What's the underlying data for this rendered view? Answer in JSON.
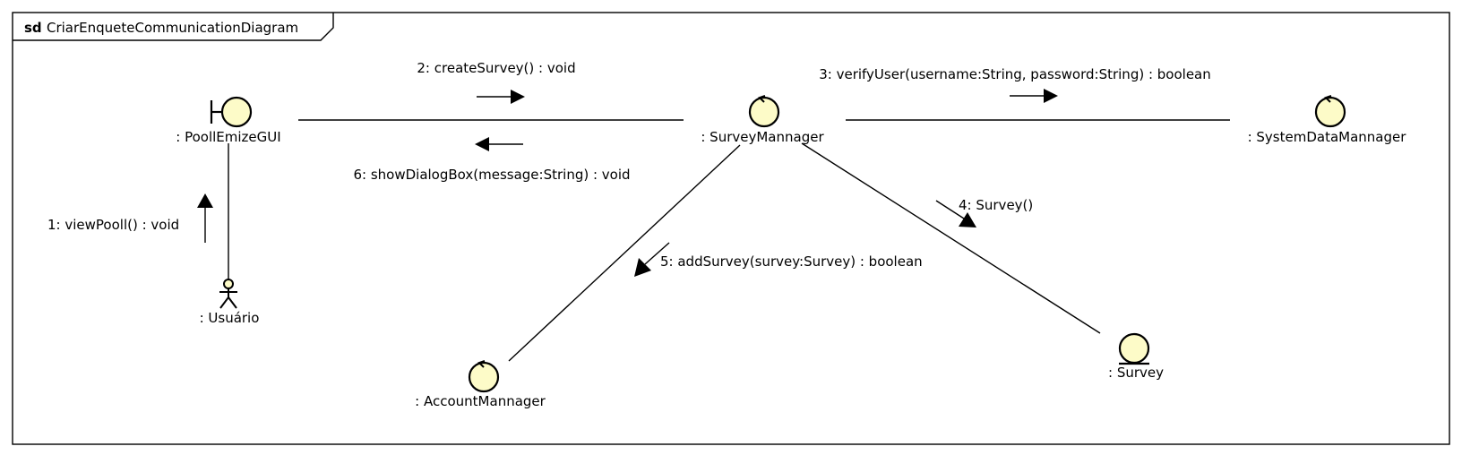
{
  "frame": {
    "keyword": "sd",
    "name": "CriarEnqueteCommunicationDiagram"
  },
  "colors": {
    "object_fill": "#fdfbc8",
    "stroke": "#000000",
    "background": "#ffffff"
  },
  "lifelines": {
    "gui": {
      "label": ": PoollEmizeGUI",
      "kind": "boundary-icon"
    },
    "survey_mgr": {
      "label": ": SurveyMannager",
      "kind": "control-icon"
    },
    "system_dm": {
      "label": ": SystemDataMannager",
      "kind": "control-icon"
    },
    "actor": {
      "label": ": Usuário",
      "kind": "actor-icon"
    },
    "account_mgr": {
      "label": ": AccountMannager",
      "kind": "control-icon"
    },
    "survey": {
      "label": ": Survey",
      "kind": "entity-icon"
    }
  },
  "messages": {
    "m1": "1: viewPooll() : void",
    "m2": "2: createSurvey() : void",
    "m3": "3: verifyUser(username:String, password:String) : boolean",
    "m4": "4: Survey()",
    "m5": "5: addSurvey(survey:Survey) : boolean",
    "m6": "6: showDialogBox(message:String) : void"
  }
}
